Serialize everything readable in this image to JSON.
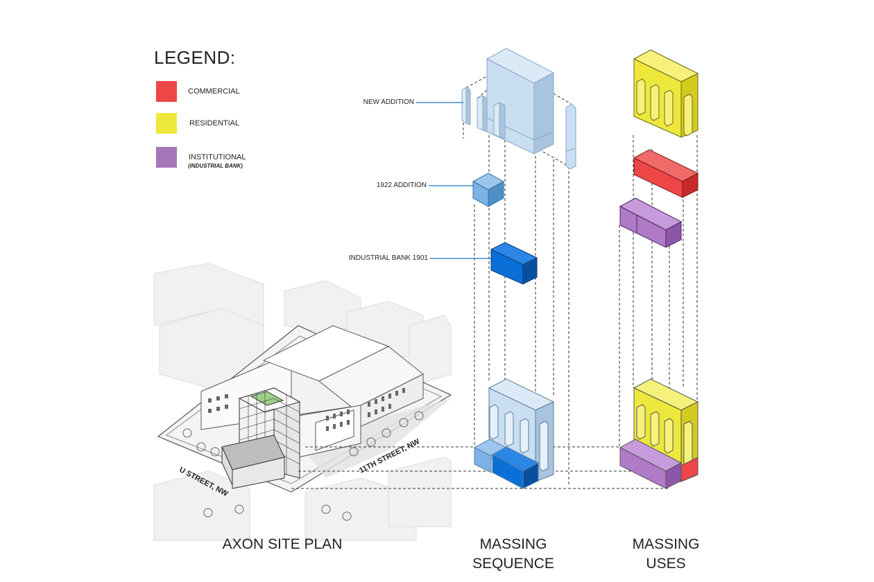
{
  "legend": {
    "title": "LEGEND:",
    "items": [
      {
        "label": "COMMERCIAL",
        "sublabel": "",
        "color": "#ec4646"
      },
      {
        "label": "RESIDENTIAL",
        "sublabel": "",
        "color": "#efe83c"
      },
      {
        "label": "INSTITUTIONAL",
        "sublabel": "(INDUSTRIAL BANK)",
        "color": "#a676b8"
      }
    ]
  },
  "callouts": {
    "new_addition": "NEW ADDITION",
    "addition_1922": "1922 ADDITION",
    "industrial_bank": "INDUSTRIAL BANK 1901"
  },
  "streets": {
    "u_street": "U STREET, NW",
    "eleventh_street": "11TH STREET, NW"
  },
  "captions": {
    "axon": "AXON SITE PLAN",
    "sequence_1": "MASSING",
    "sequence_2": "SEQUENCE",
    "uses_1": "MASSING",
    "uses_2": "USES"
  },
  "colors": {
    "commercial": "#ec4646",
    "residential": "#efe83c",
    "institutional": "#a676b8",
    "new_addition": "#c9def2",
    "addition_1922": "#7cb3e6",
    "industrial_bank": "#0a6fd6",
    "leader_line": "#1a78c8"
  }
}
